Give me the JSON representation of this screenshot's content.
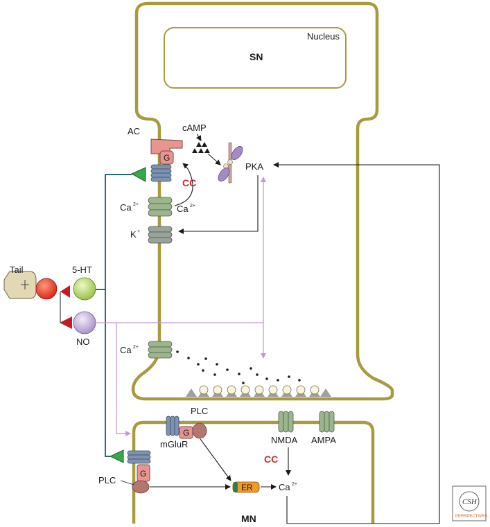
{
  "labels": {
    "nucleus": "Nucleus",
    "sn": "SN",
    "mn": "MN",
    "ac": "AC",
    "camp": "cAMP",
    "g": "G",
    "pka": "PKA",
    "cc": "CC",
    "ca": "Ca",
    "ca_charge": "2+",
    "k": "K",
    "k_charge": "+",
    "tail": "Tail",
    "ht5": "5-HT",
    "no": "NO",
    "plc": "PLC",
    "mglur": "mGluR",
    "nmda": "NMDA",
    "ampa": "AMPA",
    "er": "ER"
  },
  "logo": {
    "line1": "CSH",
    "line2": "PERSPECTIVES"
  },
  "colors": {
    "membrane": "#a89a3f",
    "pathway_teal": "#1f6e78",
    "pathway_purple": "#c49ad6",
    "arrow_black": "#1a1a1a",
    "ac_pink": "#e8958f",
    "g_pink": "#e8958f",
    "receptor_blue": "#7d93b0",
    "channel_green": "#9db58f",
    "channel_gray": "#9aa39a",
    "pka_purple": "#a48bc4",
    "cc_red": "#d9262b",
    "tail_tan": "#e2d8b4",
    "neuron_red": "#e23a2b",
    "neuron_green": "#b5d66a",
    "neuron_lilac": "#c4b2dc",
    "er_orange": "#f09a2a",
    "er_green": "#2e7d4a",
    "vesicle": "#fbf4d9",
    "plc_brown": "#b37671"
  }
}
